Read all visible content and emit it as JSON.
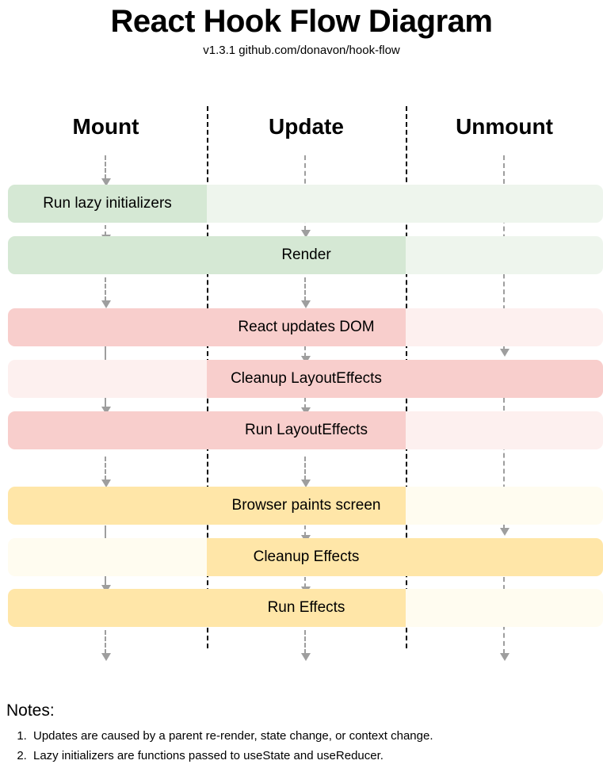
{
  "header": {
    "title": "React Hook Flow Diagram",
    "subtitle": "v1.3.1 github.com/donavon/hook-flow"
  },
  "columns": [
    {
      "key": "mount",
      "label": "Mount"
    },
    {
      "key": "update",
      "label": "Update"
    },
    {
      "key": "unmount",
      "label": "Unmount"
    }
  ],
  "palette": {
    "green_strong": "#d5e8d4",
    "green_faint": "#eef5ed",
    "pink_strong": "#f8cecc",
    "pink_faint": "#fdf0ef",
    "yellow_strong": "#ffe6a8",
    "yellow_faint": "#fffcf0",
    "arrow": "#9e9e9e",
    "divider": "#000000",
    "text": "#000000"
  },
  "rows": [
    {
      "name": "run-lazy-initializers",
      "label": "Run lazy initializers",
      "label_column": "mount",
      "strong_span": "mount",
      "faint_span": "all",
      "group": "green"
    },
    {
      "name": "render",
      "label": "Render",
      "label_column": "update",
      "strong_span": "mount-update",
      "faint_span": "all",
      "group": "green"
    },
    {
      "name": "react-updates-dom",
      "label": "React updates DOM",
      "label_column": "update",
      "strong_span": "mount-update",
      "faint_span": "all",
      "group": "pink"
    },
    {
      "name": "cleanup-layouteffects",
      "label": "Cleanup LayoutEffects",
      "label_column": "update",
      "strong_span": "update-unmount",
      "faint_span": "all",
      "group": "pink"
    },
    {
      "name": "run-layouteffects",
      "label": "Run LayoutEffects",
      "label_column": "update",
      "strong_span": "mount-update",
      "faint_span": "all",
      "group": "pink"
    },
    {
      "name": "browser-paints-screen",
      "label": "Browser paints screen",
      "label_column": "update",
      "strong_span": "mount-update",
      "faint_span": "all",
      "group": "yellow"
    },
    {
      "name": "cleanup-effects",
      "label": "Cleanup Effects",
      "label_column": "update",
      "strong_span": "update-unmount",
      "faint_span": "all",
      "group": "yellow"
    },
    {
      "name": "run-effects",
      "label": "Run Effects",
      "label_column": "update",
      "strong_span": "mount-update",
      "faint_span": "all",
      "group": "yellow"
    }
  ],
  "notes": {
    "title": "Notes:",
    "items": [
      "Updates are caused by a parent re-render, state change, or context change.",
      "Lazy initializers are functions passed to useState and useReducer."
    ]
  }
}
